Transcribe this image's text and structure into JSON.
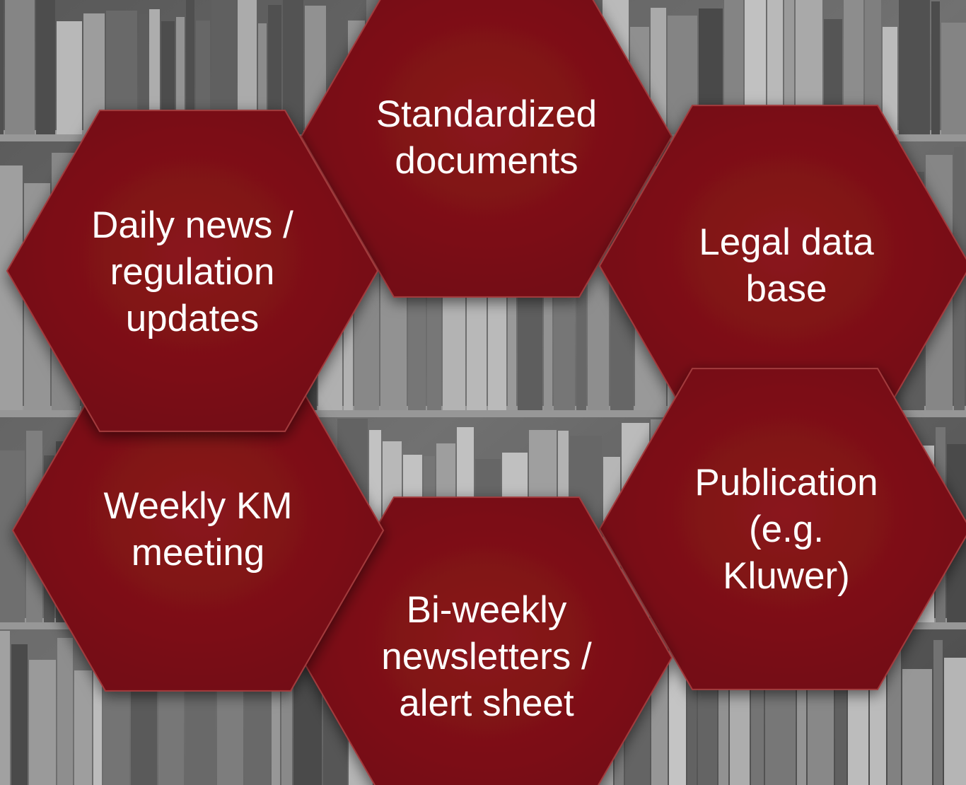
{
  "colors": {
    "hex_fill": "#7f1116",
    "hex_fill_dark": "#6a0b10",
    "hex_stroke": "#a23a3e",
    "text": "#ffffff",
    "background_tone": "#7a7a7a"
  },
  "background": {
    "icon": "bookshelf-photo-grayscale"
  },
  "hexagons": [
    {
      "id": "standardized-documents",
      "label": "Standardized\ndocuments"
    },
    {
      "id": "legal-data-base",
      "label": "Legal data\nbase"
    },
    {
      "id": "publication",
      "label": "Publication\n(e.g. Kluwer)"
    },
    {
      "id": "bi-weekly-newsletters",
      "label": "Bi-weekly\nnewsletters /\nalert sheet"
    },
    {
      "id": "weekly-km-meeting",
      "label": "Weekly KM\nmeeting"
    },
    {
      "id": "daily-news",
      "label": "Daily news /\nregulation\nupdates"
    }
  ]
}
